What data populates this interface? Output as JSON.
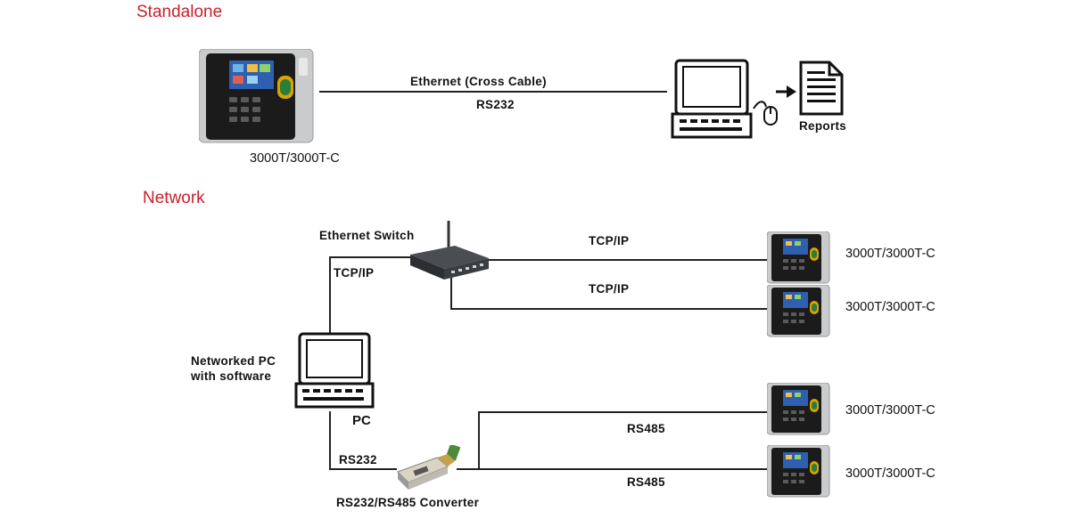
{
  "standalone": {
    "heading": "Standalone",
    "device_label": "3000T/3000T-C",
    "link_label_top": "Ethernet  (Cross Cable)",
    "link_label_bottom": "RS232",
    "reports_label": "Reports"
  },
  "network": {
    "heading": "Network",
    "switch_label": "Ethernet Switch",
    "switch_pc_link_label": "TCP/IP",
    "pc_caption_line1": "Networked PC",
    "pc_caption_line2": "with software",
    "pc_label": "PC",
    "rs232_label": "RS232",
    "converter_label": "RS232/RS485 Converter",
    "devices": [
      {
        "model": "3000T/3000T-C",
        "link_label": "TCP/IP"
      },
      {
        "model": "3000T/3000T-C",
        "link_label": "TCP/IP"
      },
      {
        "model": "3000T/3000T-C",
        "link_label": "RS485"
      },
      {
        "model": "3000T/3000T-C",
        "link_label": "RS485"
      }
    ]
  },
  "colors": {
    "heading": "#c8202a",
    "line": "#222222",
    "device_silver": "#c9cbcd",
    "device_black": "#1b1b1b",
    "screen_blue": "#2f5fb0"
  }
}
